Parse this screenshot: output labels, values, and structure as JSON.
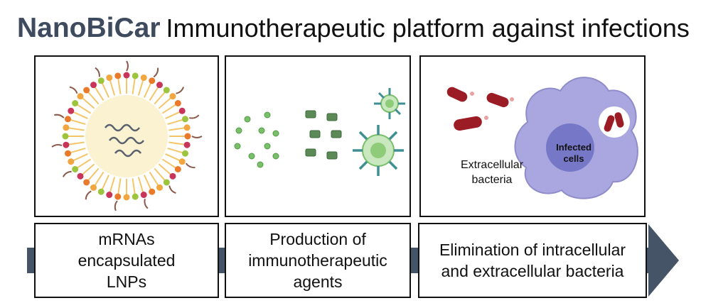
{
  "title": {
    "brand": "NanoBiCar",
    "rest": "Immunotherapeutic platform against infections"
  },
  "colors": {
    "brand": "#3e4a5e",
    "arrow": "#465468",
    "bacteria": "#9b1c24",
    "cell": "#aaa7e0",
    "nucleus": "#7677c6",
    "antibody": "#3f8f93",
    "protein": "#5c8a57",
    "sphere": "#7bbf6a"
  },
  "panels": {
    "lnp": {
      "icon": "lipid-nanoparticle"
    },
    "agents": {
      "icon": "immunotherapeutic-agents"
    },
    "bacteria": {
      "extracellular_label": "Extracellular\nbacteria",
      "infected_label": "Infected\ncells"
    }
  },
  "steps": [
    {
      "label": "mRNAs\nencapsulated\nLNPs"
    },
    {
      "label": "Production of\nimmunotherapeutic\nagents"
    },
    {
      "label": "Elimination of intracellular\nand extracellular bacteria"
    }
  ]
}
